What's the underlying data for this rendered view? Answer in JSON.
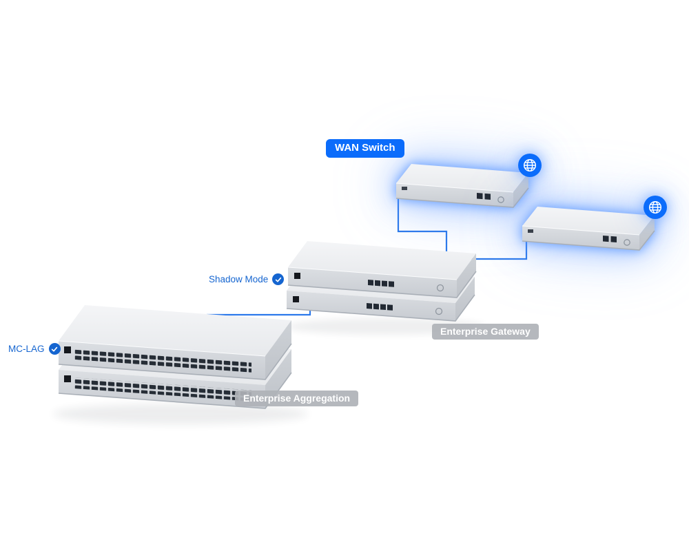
{
  "colors": {
    "accent-blue": "#0b6cfb",
    "label-blue": "#1565d0",
    "line-blue": "#2b78ea",
    "badge-gray": "rgba(175,178,183,0.92)",
    "badge-text": "#ffffff"
  },
  "badges": {
    "wan_switch": "WAN Switch",
    "enterprise_gateway": "Enterprise Gateway",
    "enterprise_aggregation": "Enterprise Aggregation"
  },
  "annotations": {
    "shadow_mode": "Shadow Mode",
    "mc_lag": "MC-LAG"
  },
  "diagram": {
    "nodes": [
      {
        "id": "wan-switch-1",
        "kind": "wan-switch",
        "highlight": "blue-glow"
      },
      {
        "id": "wan-switch-2",
        "kind": "wan-switch",
        "highlight": "blue-glow"
      },
      {
        "id": "internet-1",
        "kind": "globe-icon"
      },
      {
        "id": "internet-2",
        "kind": "globe-icon"
      },
      {
        "id": "gateway-1",
        "kind": "rack-gateway"
      },
      {
        "id": "gateway-2",
        "kind": "rack-gateway"
      },
      {
        "id": "aggregation-1",
        "kind": "rack-aggregation-switch"
      },
      {
        "id": "aggregation-2",
        "kind": "rack-aggregation-switch"
      }
    ],
    "links": [
      {
        "from": "wan-switch-1",
        "to": "gateway-stack"
      },
      {
        "from": "wan-switch-2",
        "to": "gateway-stack"
      },
      {
        "from": "gateway-stack",
        "to": "aggregation-stack"
      }
    ]
  }
}
